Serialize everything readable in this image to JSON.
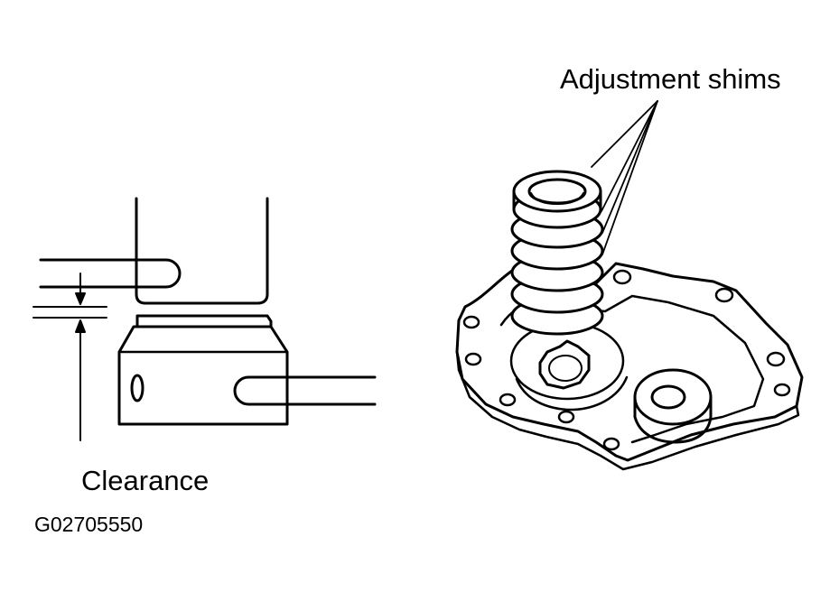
{
  "labels": {
    "shims": "Adjustment shims",
    "clearance": "Clearance",
    "figure_code": "G02705550"
  },
  "colors": {
    "ink": "#000000",
    "paper": "#ffffff"
  }
}
